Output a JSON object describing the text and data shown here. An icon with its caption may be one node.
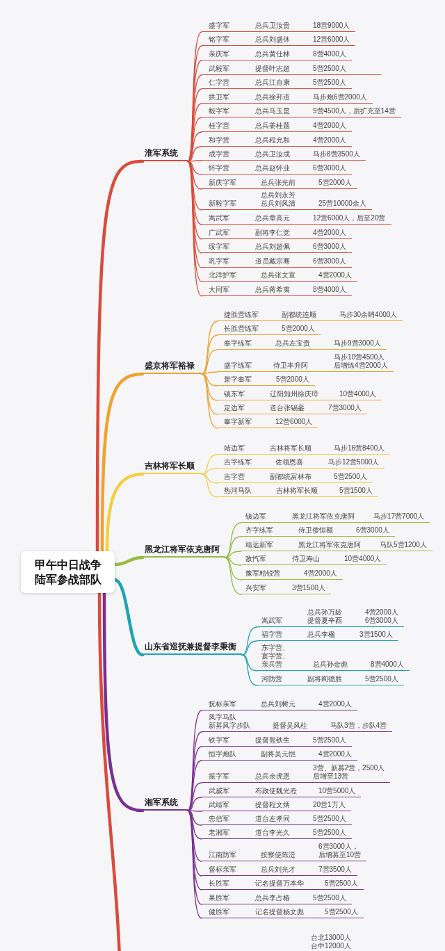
{
  "diagram": {
    "nodes": [
      {
        "text": [
          "甲午中日战争陆军参战部队"
        ]
      },
      {
        "text": [
          "淮军系统"
        ]
      },
      {
        "text": [
          "盛字军",
          "总兵卫汝贵",
          "18营9000人"
        ]
      },
      {
        "text": [
          "铭字军",
          "总兵刘盛休",
          "12营6000人"
        ]
      },
      {
        "text": [
          "亲庆军",
          "总兵黄仕林",
          "8营4000人"
        ]
      },
      {
        "text": [
          "武毅军",
          "提督叶志超",
          "5营2500人"
        ]
      },
      {
        "text": [
          "仁字营",
          "总兵江自康",
          "5营2500人"
        ]
      },
      {
        "text": [
          "拱卫军",
          "总兵徐邦道",
          "马步炮6营2000人"
        ]
      },
      {
        "text": [
          "毅字军",
          "总兵马玉昆",
          "9营4500人，后扩充至14营"
        ]
      },
      {
        "text": [
          "桂字营",
          "总兵姜桂题",
          "4营2000人"
        ]
      },
      {
        "text": [
          "和字营",
          "总兵程允和",
          "4营2000人"
        ]
      },
      {
        "text": [
          "成字营",
          "总兵卫汝成",
          "马步8营3500人"
        ]
      },
      {
        "text": [
          "怀字营",
          "总兵赵怀业",
          "6营3000人"
        ]
      },
      {
        "text": [
          "新庆字军",
          "总兵张光前",
          "5营2000人"
        ]
      },
      {
        "text": [
          "新毅字军",
          "总兵刘永芳",
          "总兵刘凤清",
          "25营10000余人"
        ]
      },
      {
        "text": [
          "嵩武军",
          "总兵章高元",
          "12营6000人，后至20营"
        ]
      },
      {
        "text": [
          "广武军",
          "副将李仁党",
          "4营2000人"
        ]
      },
      {
        "text": [
          "绥字军",
          "总兵刘超佩",
          "6营3000人"
        ]
      },
      {
        "text": [
          "巩字军",
          "道员戴宗骞",
          "6营3000人"
        ]
      },
      {
        "text": [
          "北洋护军",
          "总兵张文宣",
          "4营2000人"
        ]
      },
      {
        "text": [
          "大同军",
          "总兵蒋希夷",
          "8营4000人"
        ]
      },
      {
        "text": [
          "盛京将军裕禄"
        ]
      },
      {
        "text": [
          "捷胜营练军",
          "副都统连顺",
          "马步30余哨4000人"
        ]
      },
      {
        "text": [
          "长胜营练军",
          "5营2000人"
        ]
      },
      {
        "text": [
          "奉字练军",
          "总兵左宝贵",
          "马步9营3000人"
        ]
      },
      {
        "text": [
          "盛字练军",
          "侍卫丰升阿",
          "马步10营4500人",
          "后增练4营2000人"
        ]
      },
      {
        "text": [
          "景字奉军",
          "5营2000人"
        ]
      },
      {
        "text": [
          "镇东军",
          "辽阳知州徐庆璋",
          "10营4000人"
        ]
      },
      {
        "text": [
          "定边军",
          "道台张锡銮",
          "7营3000人"
        ]
      },
      {
        "text": [
          "奉字新军",
          "12营6000人"
        ]
      },
      {
        "text": [
          "吉林将军长顺"
        ]
      },
      {
        "text": [
          "靖边军",
          "吉林将军长顺",
          "马步16营8400人"
        ]
      },
      {
        "text": [
          "吉字练军",
          "佐领恩喜",
          "马步12营5000人"
        ]
      },
      {
        "text": [
          "吉字营",
          "副都统富林布",
          "5营2500人"
        ]
      },
      {
        "text": [
          "热河马队",
          "吉林将军长顺",
          "5营1500人"
        ]
      },
      {
        "text": [
          "黑龙江将军依克唐阿"
        ]
      },
      {
        "text": [
          "镇边军",
          "黑龙江将军依克唐阿",
          "马步17营7000人"
        ]
      },
      {
        "text": [
          "齐字练军",
          "侍卫倭恒额",
          "6营3000人"
        ]
      },
      {
        "text": [
          "靖远新军",
          "黑龙江将军依克唐阿",
          "马队5营1200人"
        ]
      },
      {
        "text": [
          "敌忾军",
          "侍卫寿山",
          "10营4000人"
        ]
      },
      {
        "text": [
          "豫军精锐营",
          "4营2000人"
        ]
      },
      {
        "text": [
          "兴安军",
          "3营1500人"
        ]
      },
      {
        "text": [
          "山东省巡抚兼提督李秉衡"
        ]
      },
      {
        "text": [
          "嵩武军",
          "总兵孙万龄",
          "提督夏辛酉",
          "4营2000人",
          "6营3000人"
        ]
      },
      {
        "text": [
          "福字营",
          "总兵李楹",
          "3营1500人"
        ]
      },
      {
        "text": [
          "东字营、宴字营、亲兵营",
          "总兵孙金彪",
          "8营4000人"
        ]
      },
      {
        "text": [
          "河防营",
          "副将阎德胜",
          "5营2500人"
        ]
      },
      {
        "text": [
          "湘军系统"
        ]
      },
      {
        "text": [
          "抚标亲军",
          "总兵刘树元",
          "4营2000人"
        ]
      },
      {
        "text": [
          "凤字马队",
          "新募凤字步队",
          "提督吴凤柱",
          "马队3营，步队4营"
        ]
      },
      {
        "text": [
          "铁字军",
          "提督熊铁生",
          "5营2500人"
        ]
      },
      {
        "text": [
          "恒字炮队",
          "副将吴元恺",
          "4营2000人"
        ]
      },
      {
        "text": [
          "振字军",
          "总兵余虎恩",
          "3营、新募2营，2500人",
          "后增至13营"
        ]
      },
      {
        "text": [
          "武威军",
          "布政使魏光焘",
          "10营5000人"
        ]
      },
      {
        "text": [
          "武靖军",
          "提督程文炳",
          "20营1万人"
        ]
      },
      {
        "text": [
          "忠信军",
          "道台左孝同",
          "5营2500人"
        ]
      },
      {
        "text": [
          "老湘军",
          "道台李光久",
          "5营2500人"
        ]
      },
      {
        "text": [
          "江南防军",
          "按察使陈湜",
          "6营3000人，",
          "后增募至10营"
        ]
      },
      {
        "text": [
          "督标亲军",
          "总兵刘光才",
          "7营3500人"
        ]
      },
      {
        "text": [
          "长胜军",
          "记名提督万本华",
          "5营2500人"
        ]
      },
      {
        "text": [
          "果胜军",
          "总兵李占椿",
          "5营2500人"
        ]
      },
      {
        "text": [
          "健胜军",
          "记名提督杨文彪",
          "5营2500人"
        ]
      }
    ],
    "edges": [
      {
        "from": 0,
        "to": 1,
        "arrow": "none",
        "style": "thick"
      },
      {
        "from": 0,
        "to": 21,
        "arrow": "none",
        "style": "thick",
        "color": "#f0a12e"
      },
      {
        "from": 0,
        "to": 30,
        "arrow": "none",
        "style": "thick",
        "color": "#f3cf45"
      },
      {
        "from": 0,
        "to": 35,
        "arrow": "none",
        "style": "thick",
        "color": "#97bb42"
      },
      {
        "from": 0,
        "to": 42,
        "arrow": "none",
        "style": "thick",
        "color": "#1fa3b5"
      },
      {
        "from": 0,
        "to": 47,
        "arrow": "none",
        "style": "thick",
        "color": "#7b2f8f"
      },
      {
        "from": 0,
        "to": null,
        "arrow": "none",
        "style": "thick"
      },
      {
        "from": 1,
        "to": 2,
        "arrow": "none"
      },
      {
        "from": 1,
        "to": 3,
        "arrow": "none"
      },
      {
        "from": 1,
        "to": 4,
        "arrow": "none"
      },
      {
        "from": 1,
        "to": 5,
        "arrow": "none"
      },
      {
        "from": 1,
        "to": 6,
        "arrow": "none"
      },
      {
        "from": 1,
        "to": 7,
        "arrow": "none"
      },
      {
        "from": 1,
        "to": 8,
        "arrow": "none"
      },
      {
        "from": 1,
        "to": 9,
        "arrow": "none"
      },
      {
        "from": 1,
        "to": 10,
        "arrow": "none"
      },
      {
        "from": 1,
        "to": 11,
        "arrow": "none"
      },
      {
        "from": 1,
        "to": 12,
        "arrow": "none"
      },
      {
        "from": 1,
        "to": 13,
        "arrow": "none"
      },
      {
        "from": 1,
        "to": 14,
        "arrow": "none"
      },
      {
        "from": 1,
        "to": 15,
        "arrow": "none"
      },
      {
        "from": 1,
        "to": 16,
        "arrow": "none"
      },
      {
        "from": 1,
        "to": 17,
        "arrow": "none"
      },
      {
        "from": 1,
        "to": 18,
        "arrow": "none"
      },
      {
        "from": 1,
        "to": 19,
        "arrow": "none"
      },
      {
        "from": 1,
        "to": 20,
        "arrow": "none"
      },
      {
        "from": 21,
        "to": 22,
        "arrow": "none",
        "color": "#f0a12e"
      },
      {
        "from": 21,
        "to": 23,
        "arrow": "none",
        "color": "#f0a12e"
      },
      {
        "from": 21,
        "to": 24,
        "arrow": "none",
        "color": "#f0a12e"
      },
      {
        "from": 21,
        "to": 25,
        "arrow": "none",
        "color": "#f0a12e"
      },
      {
        "from": 21,
        "to": 26,
        "arrow": "none",
        "color": "#f0a12e"
      },
      {
        "from": 21,
        "to": 27,
        "arrow": "none",
        "color": "#f0a12e"
      },
      {
        "from": 21,
        "to": 28,
        "arrow": "none",
        "color": "#f0a12e"
      },
      {
        "from": 21,
        "to": 29,
        "arrow": "none",
        "color": "#f0a12e"
      },
      {
        "from": 30,
        "to": 31,
        "arrow": "none",
        "color": "#f3cf45"
      },
      {
        "from": 30,
        "to": 32,
        "arrow": "none",
        "color": "#f3cf45"
      },
      {
        "from": 30,
        "to": 33,
        "arrow": "none",
        "color": "#f3cf45"
      },
      {
        "from": 30,
        "to": 34,
        "arrow": "none",
        "color": "#f3cf45"
      },
      {
        "from": 35,
        "to": 36,
        "arrow": "none",
        "color": "#97bb42"
      },
      {
        "from": 35,
        "to": 37,
        "arrow": "none",
        "color": "#97bb42"
      },
      {
        "from": 35,
        "to": 38,
        "arrow": "none",
        "color": "#97bb42"
      },
      {
        "from": 35,
        "to": 39,
        "arrow": "none",
        "color": "#97bb42"
      },
      {
        "from": 35,
        "to": 40,
        "arrow": "none",
        "color": "#97bb42"
      },
      {
        "from": 35,
        "to": 41,
        "arrow": "none",
        "color": "#97bb42"
      },
      {
        "from": 42,
        "to": 43,
        "arrow": "none",
        "color": "#1fa3b5"
      },
      {
        "from": 42,
        "to": 44,
        "arrow": "none",
        "color": "#1fa3b5"
      },
      {
        "from": 42,
        "to": 45,
        "arrow": "none",
        "color": "#1fa3b5"
      },
      {
        "from": 42,
        "to": 46,
        "arrow": "none",
        "color": "#1fa3b5"
      },
      {
        "from": 47,
        "to": 48,
        "arrow": "none",
        "color": "#7b2f8f"
      },
      {
        "from": 47,
        "to": 49,
        "arrow": "none",
        "color": "#7b2f8f"
      },
      {
        "from": 47,
        "to": 50,
        "arrow": "none",
        "color": "#7b2f8f"
      },
      {
        "from": 47,
        "to": 51,
        "arrow": "none",
        "color": "#7b2f8f"
      },
      {
        "from": 47,
        "to": 52,
        "arrow": "none",
        "color": "#7b2f8f"
      },
      {
        "from": 47,
        "to": 53,
        "arrow": "none",
        "color": "#7b2f8f"
      },
      {
        "from": 47,
        "to": 54,
        "arrow": "none",
        "color": "#7b2f8f"
      },
      {
        "from": 47,
        "to": 55,
        "arrow": "none",
        "color": "#7b2f8f"
      },
      {
        "from": 47,
        "to": 56,
        "arrow": "none",
        "color": "#7b2f8f"
      },
      {
        "from": 47,
        "to": 57,
        "arrow": "none",
        "color": "#7b2f8f"
      },
      {
        "from": 47,
        "to": 58,
        "arrow": "none",
        "color": "#7b2f8f"
      },
      {
        "from": 47,
        "to": 59,
        "arrow": "none",
        "color": "#7b2f8f"
      },
      {
        "from": 47,
        "to": 60,
        "arrow": "none",
        "color": "#7b2f8f"
      },
      {
        "from": 47,
        "to": 61,
        "arrow": "none",
        "color": "#7b2f8f"
      }
    ],
    "labels": [
      "台北13000人",
      "台中12000人"
    ]
  }
}
